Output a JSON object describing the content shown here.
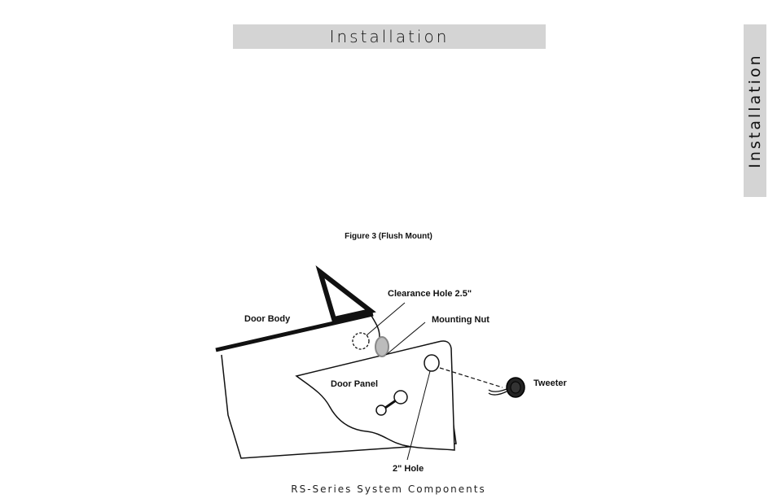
{
  "header": {
    "title": "Installation"
  },
  "side_tab": {
    "label": "Installation"
  },
  "figure": {
    "caption": "Figure 3 (Flush Mount)",
    "labels": {
      "door_body": "Door Body",
      "clearance_hole": "Clearance Hole 2.5\"",
      "mounting_nut": "Mounting Nut",
      "door_panel": "Door Panel",
      "tweeter": "Tweeter",
      "two_inch_hole": "2\" Hole"
    }
  },
  "footer": {
    "text": "RS-Series System Components"
  }
}
